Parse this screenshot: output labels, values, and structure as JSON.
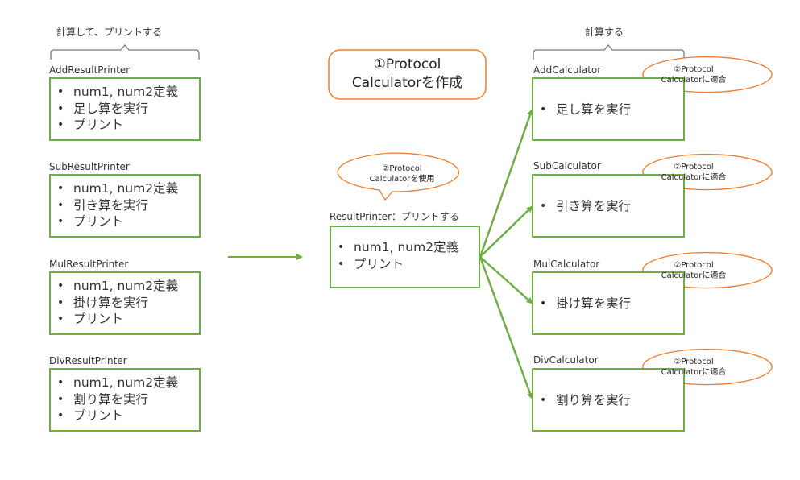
{
  "brace_left_label": "計算して、プリントする",
  "brace_right_label": "計算する",
  "printers": [
    {
      "title": "AddResultPrinter",
      "items": [
        "num1, num2定義",
        "足し算を実行",
        "プリント"
      ]
    },
    {
      "title": "SubResultPrinter",
      "items": [
        "num1, num2定義",
        "引き算を実行",
        "プリント"
      ]
    },
    {
      "title": "MulResultPrinter",
      "items": [
        "num1, num2定義",
        "掛け算を実行",
        "プリント"
      ]
    },
    {
      "title": "DivResultPrinter",
      "items": [
        "num1, num2定義",
        "割り算を実行",
        "プリント"
      ]
    }
  ],
  "step1_note": {
    "line1": "①Protocol",
    "line2": "Calculatorを作成"
  },
  "result_printer": {
    "callout_line1": "②Protocol",
    "callout_line2": "Calculatorを使用",
    "title": "ResultPrinter：プリントする",
    "items": [
      "num1, num2定義",
      "プリント"
    ]
  },
  "calculators": [
    {
      "title": "AddCalculator",
      "item": "足し算を実行",
      "callout_line1": "②Protocol",
      "callout_line2": "Calculatorに適合"
    },
    {
      "title": "SubCalculator",
      "item": "引き算を実行",
      "callout_line1": "②Protocol",
      "callout_line2": "Calculatorに適合"
    },
    {
      "title": "MulCalculator",
      "item": "掛け算を実行",
      "callout_line1": "②Protocol",
      "callout_line2": "Calculatorに適合"
    },
    {
      "title": "DivCalculator",
      "item": "割り算を実行",
      "callout_line1": "②Protocol",
      "callout_line2": "Calculatorに適合"
    }
  ],
  "colors": {
    "box_border": "#70ad47",
    "arrow": "#70ad47",
    "note_border": "#ed7d31"
  }
}
